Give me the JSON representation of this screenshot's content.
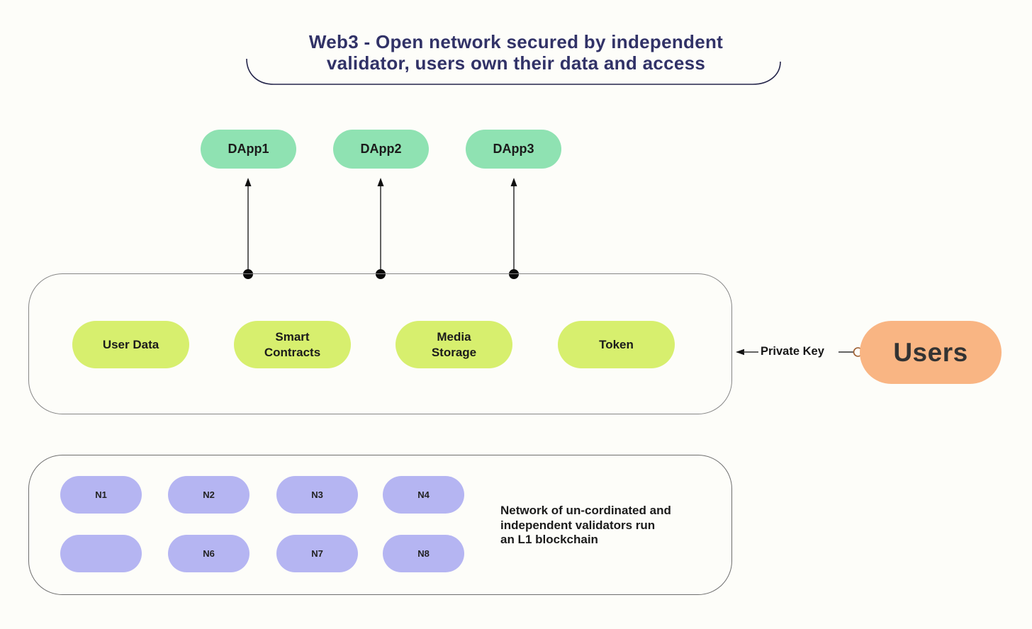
{
  "title": {
    "text": "Web3 - Open network secured by independent\nvalidator, users own their data and access"
  },
  "dapps": [
    {
      "label": "DApp1"
    },
    {
      "label": "DApp2"
    },
    {
      "label": "DApp3"
    }
  ],
  "platform": {
    "features": [
      {
        "label": "User Data"
      },
      {
        "label": "Smart\nContracts"
      },
      {
        "label": "Media\nStorage"
      },
      {
        "label": "Token"
      }
    ]
  },
  "private_key": {
    "label": "Private Key"
  },
  "users": {
    "label": "Users"
  },
  "validators": {
    "nodes": [
      {
        "label": "N1"
      },
      {
        "label": "N2"
      },
      {
        "label": "N3"
      },
      {
        "label": "N4"
      },
      {
        "label": ""
      },
      {
        "label": "N6"
      },
      {
        "label": "N7"
      },
      {
        "label": "N8"
      }
    ],
    "description": "Network of un-cordinated and\nindependent validators run\nan L1 blockchain"
  },
  "colors": {
    "title_navy": "#313267",
    "dapp_mint": "#8fe2b2",
    "feature_chartreuse": "#d7ef6e",
    "node_lavender": "#b5b5f2",
    "users_peach": "#f9b583",
    "container_border_gray": "#7a7a7a",
    "key_circle_orange": "#9c5c2e"
  }
}
